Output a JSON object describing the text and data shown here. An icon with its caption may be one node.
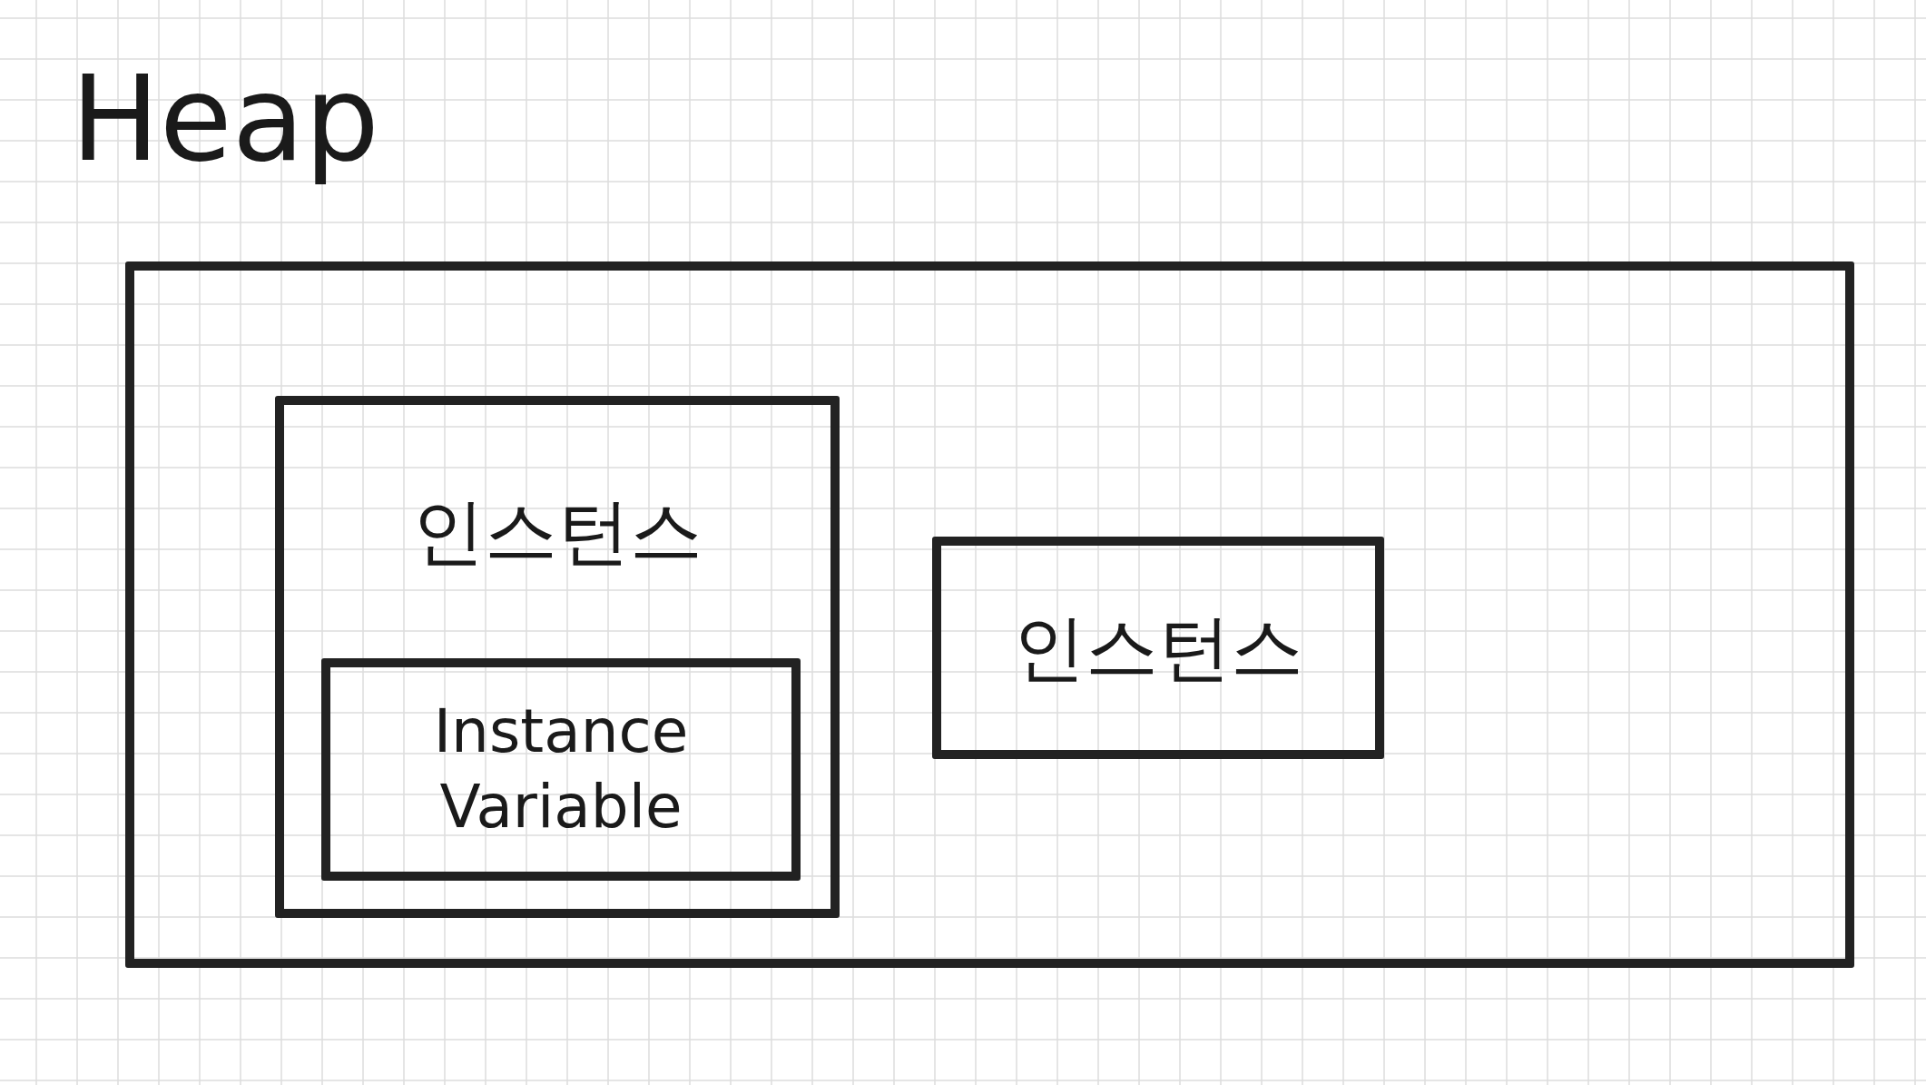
{
  "diagram": {
    "nodes": [
      {
        "text": [
          "Heap"
        ]
      },
      {
        "text": [
          "인스턴스"
        ],
        "in": 0
      },
      {
        "text": [
          "Instance Variable"
        ],
        "in": 1
      },
      {
        "text": [
          "인스턴스"
        ],
        "in": 0
      }
    ]
  }
}
